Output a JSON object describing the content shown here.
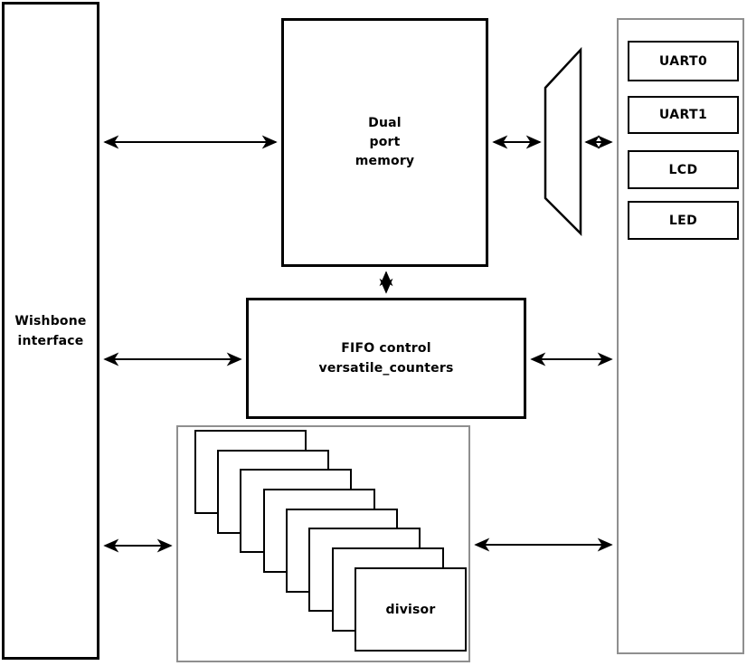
{
  "blocks": {
    "wishbone": {
      "lines": [
        "Wishbone",
        "interface"
      ]
    },
    "dual_port_memory": {
      "lines": [
        "Dual",
        "port",
        "memory"
      ]
    },
    "fifo": {
      "lines": [
        "FIFO control",
        "versatile_counters"
      ]
    },
    "divisor": {
      "label": "divisor",
      "stack_count": 8
    },
    "peripherals": [
      {
        "label": "UART0"
      },
      {
        "label": "UART1"
      },
      {
        "label": "LCD"
      },
      {
        "label": "LED"
      }
    ]
  },
  "connections": [
    "wishbone-to-dual-port-memory",
    "dual-port-memory-to-mux",
    "mux-to-peripherals",
    "dual-port-memory-to-fifo",
    "wishbone-to-fifo",
    "fifo-to-peripherals",
    "wishbone-to-divisor",
    "divisor-to-peripherals"
  ],
  "colors": {
    "background": "#ffffff",
    "block_border": "#000000",
    "container_border": "#8f8f8f",
    "text": "#000000"
  }
}
